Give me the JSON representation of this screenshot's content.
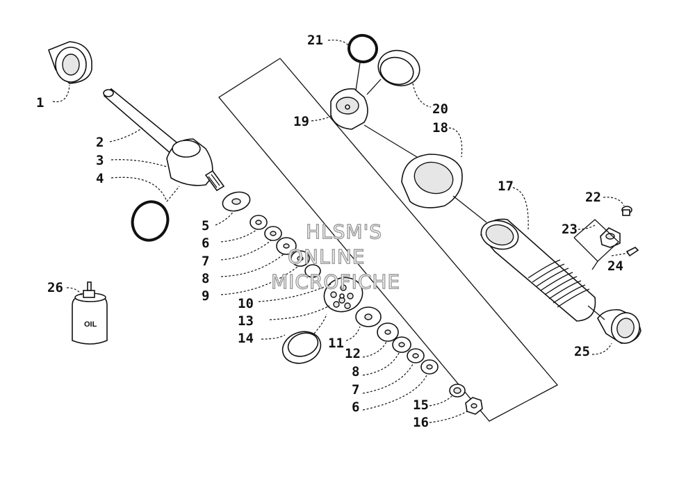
{
  "labels": {
    "l1": "1",
    "l2": "2",
    "l3": "3",
    "l4": "4",
    "l5": "5",
    "l6a": "6",
    "l7a": "7",
    "l8a": "8",
    "l9": "9",
    "l10": "10",
    "l11": "11",
    "l12": "12",
    "l13": "13",
    "l14": "14",
    "l8b": "8",
    "l7b": "7",
    "l6b": "6",
    "l15": "15",
    "l16": "16",
    "l17": "17",
    "l18": "18",
    "l19": "19",
    "l20": "20",
    "l21": "21",
    "l22": "22",
    "l23": "23",
    "l24": "24",
    "l25": "25",
    "l26": "26"
  },
  "oil_bottle_text": "OIL",
  "watermark": {
    "line1": "HLSM'S",
    "line2": "ONLINE",
    "line3": "MICROFICHE"
  }
}
